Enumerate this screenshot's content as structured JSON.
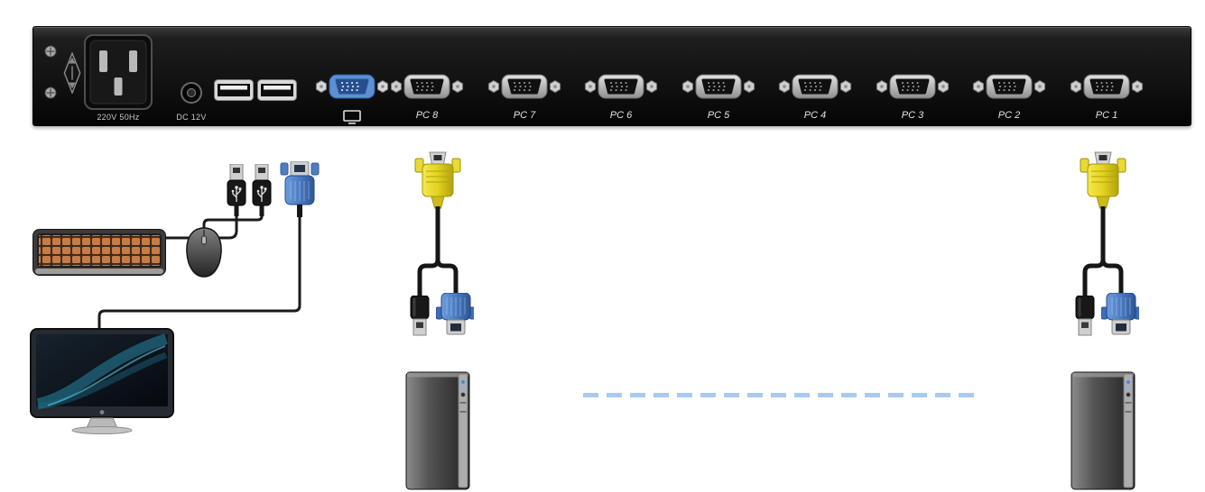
{
  "panel": {
    "power_inlet_label": "220V 50Hz",
    "dc_jack_label": "DC 12V",
    "pc_ports": [
      {
        "label": "PC 8"
      },
      {
        "label": "PC 7"
      },
      {
        "label": "PC 6"
      },
      {
        "label": "PC 5"
      },
      {
        "label": "PC 4"
      },
      {
        "label": "PC 3"
      },
      {
        "label": "PC 2"
      },
      {
        "label": "PC 1"
      }
    ]
  },
  "icons": {
    "monitor_glyph": "monitor outline above console VGA port",
    "usb_trident": "USB trident symbol on console plugs",
    "screw": "phillips screws on panel left edge",
    "alignment_mark": "diamond arrow mark on panel left"
  },
  "colors": {
    "panel_black": "#121212",
    "console_port_blue": "#5c90d2",
    "kvm_cable_yellow": "#e3d21f",
    "vga_plug_blue": "#4a7ac2",
    "cable_black": "#161616",
    "dashes_blue": "#a9c9ef",
    "background": "#ffffff"
  }
}
